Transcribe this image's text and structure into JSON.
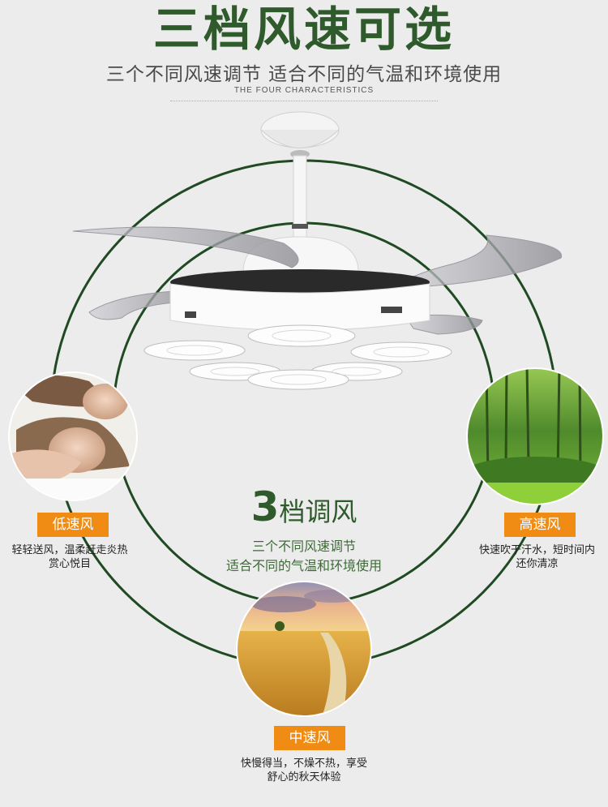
{
  "header": {
    "title": "三档风速可选",
    "subtitle": "三个不同风速调节 适合不同的气温和环境使用",
    "caption": "THE FOUR CHARACTERISTICS"
  },
  "center": {
    "number": "3",
    "word": "档调风",
    "line1": "三个不同风速调节",
    "line2": "适合不同的气温和环境使用"
  },
  "modes": [
    {
      "label": "低速风",
      "line1": "轻轻送风，温柔赶走炎热",
      "line2": "赏心悦目",
      "icon": "sleeping-people-photo"
    },
    {
      "label": "高速风",
      "line1": "快速吹干汗水，短时间内",
      "line2": "还你清凉",
      "icon": "forest-photo"
    },
    {
      "label": "中速风",
      "line1": "快慢得当，不燥不热，享受",
      "line2": "舒心的秋天体验",
      "icon": "wheat-field-photo"
    }
  ],
  "colors": {
    "title_green": "#2f5a2c",
    "ring_green": "#1f4a22",
    "badge_orange": "#f08c13"
  }
}
